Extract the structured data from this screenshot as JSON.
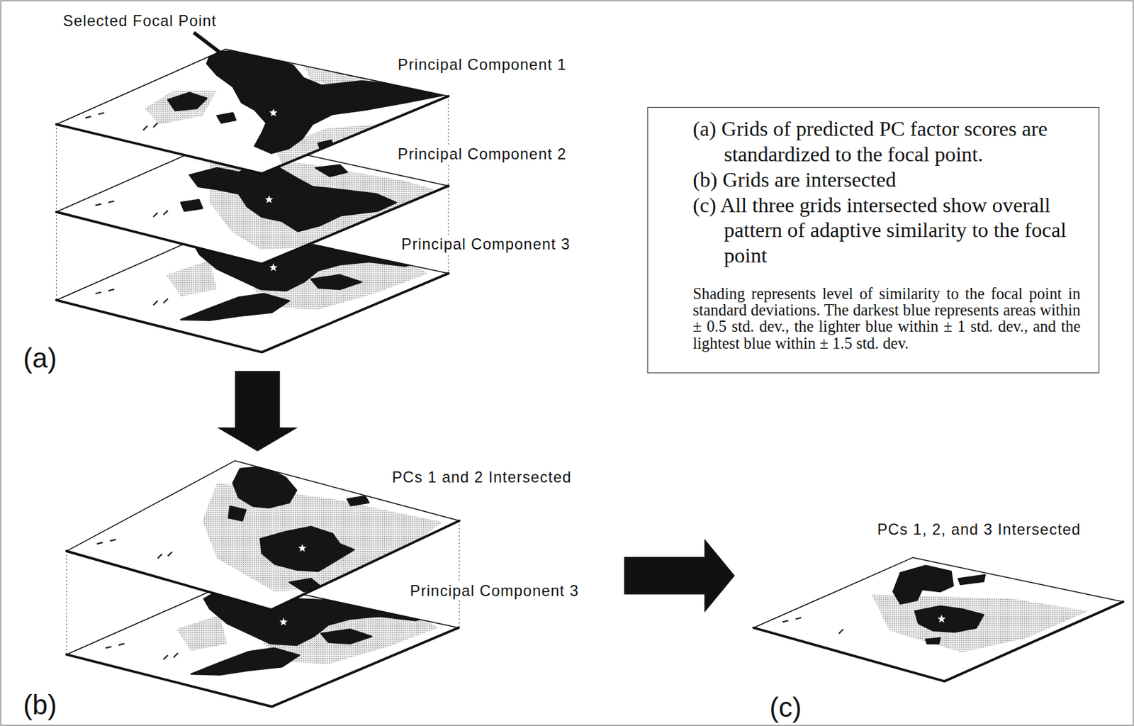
{
  "diagram": {
    "nodes": [
      {
        "text": [
          "Principal Component 1"
        ]
      },
      {
        "text": [
          "Principal Component 2"
        ]
      },
      {
        "text": [
          "Principal Component 3"
        ]
      },
      {
        "text": [
          "(a) Grids of predicted PC factor scores are standardized to the focal point.",
          "(b) Grids are intersected",
          "(c) All three grids intersected show overall pattern of adaptive similarity to the focal point",
          "Shading represents level of similarity to the focal point in standard deviations. The darkest blue represents areas within ± 0.5 std. dev., the lighter blue within ± 1 std. dev., and the lightest blue within ± 1.5 std. dev."
        ]
      },
      {
        "text": [
          "PCs 1 and 2 Intersected"
        ]
      },
      {
        "text": [
          "Principal Component 3"
        ]
      },
      {
        "text": [
          "PCs 1, 2, and 3 Intersected"
        ]
      }
    ],
    "edges": [
      {
        "from": 2,
        "to": 4,
        "arrow": "to"
      },
      {
        "from": 5,
        "to": 6,
        "arrow": "to"
      }
    ],
    "labels": [
      "Selected Focal Point",
      "(a)",
      "(b)",
      "(c)"
    ]
  }
}
